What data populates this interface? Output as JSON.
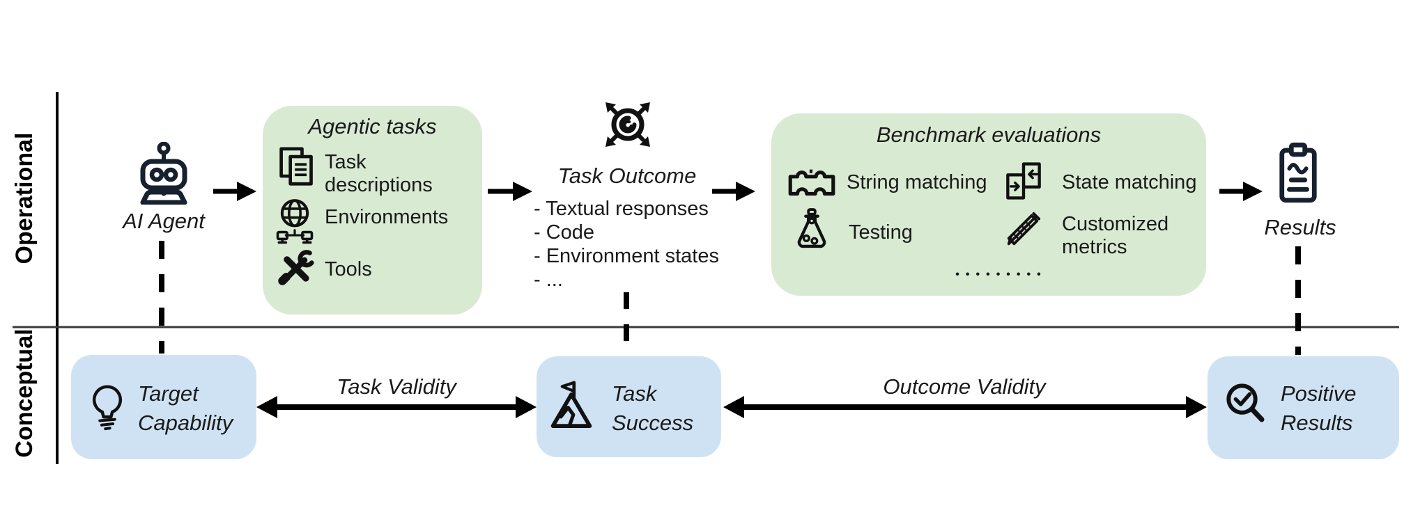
{
  "colors": {
    "green_box": "#d9ead3",
    "blue_box": "#cfe2f3",
    "icon_dark_navy": "#16202e",
    "icon_black": "#111111",
    "divider_gray": "#3a3a3a"
  },
  "axis": {
    "operational": "Operational",
    "conceptual": "Conceptual"
  },
  "flow": {
    "ai_agent": {
      "icon": "robot-icon",
      "label": "AI Agent"
    },
    "agentic_tasks": {
      "title": "Agentic tasks",
      "items": [
        {
          "icon": "documents-icon",
          "label": "Task descriptions"
        },
        {
          "icon": "globe-network-icon",
          "label": "Environments"
        },
        {
          "icon": "tools-icon",
          "label": "Tools"
        }
      ]
    },
    "task_outcome": {
      "icon": "scope-target-icon",
      "title": "Task Outcome",
      "bullets": "- Textual responses\n- Code\n- Environment states\n- ..."
    },
    "benchmark_evaluations": {
      "title": "Benchmark evaluations",
      "items": [
        {
          "icon": "puzzle-icon",
          "label": "String matching"
        },
        {
          "icon": "state-matching-icon",
          "label": "State matching"
        },
        {
          "icon": "flask-icon",
          "label": "Testing"
        },
        {
          "icon": "ruler-pencil-icon",
          "label": "Customized metrics"
        }
      ],
      "ellipsis": "•••••••••"
    },
    "results": {
      "icon": "clipboard-icon",
      "label": "Results"
    }
  },
  "concepts": {
    "target_capability": {
      "icon": "lightbulb-icon",
      "label": "Target Capability"
    },
    "task_success": {
      "icon": "mountain-flag-icon",
      "label": "Task Success"
    },
    "positive_results": {
      "icon": "magnifier-check-icon",
      "label": "Positive Results"
    },
    "task_validity": "Task Validity",
    "outcome_validity": "Outcome Validity"
  }
}
